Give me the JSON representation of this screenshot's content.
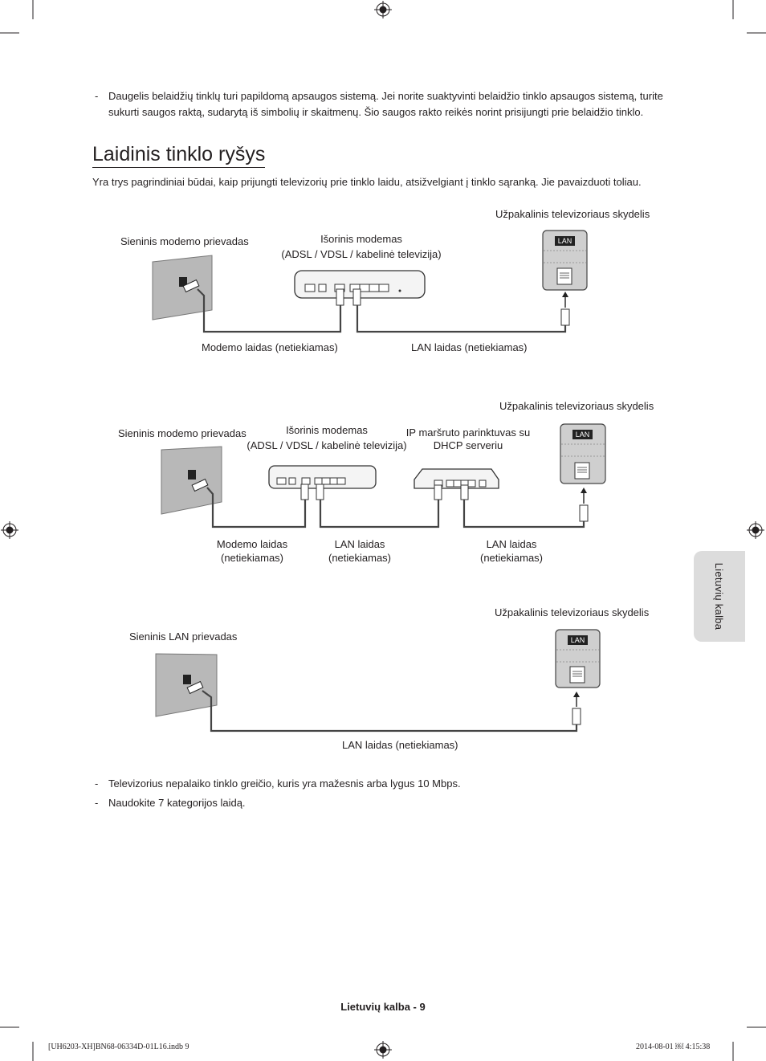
{
  "intro_bullet": "Daugelis belaidžių tinklų turi papildomą apsaugos sistemą. Jei norite suaktyvinti belaidžio tinklo apsaugos sistemą, turite sukurti saugos raktą, sudarytą iš simbolių ir skaitmenų. Šio saugos rakto reikės norint prisijungti prie belaidžio tinklo.",
  "section_title": "Laidinis tinklo ryšys",
  "section_intro": "Yra trys pagrindiniai būdai, kaip prijungti televizorių prie tinklo laidu, atsižvelgiant į tinklo sąranką. Jie pavaizduoti toliau.",
  "diagram1": {
    "tv_panel": "Užpakalinis televizoriaus skydelis",
    "wall_port": "Sieninis modemo prievadas",
    "modem_line1": "Išorinis modemas",
    "modem_line2": "(ADSL / VDSL / kabelinė televizija)",
    "modem_cable": "Modemo laidas (netiekiamas)",
    "lan_cable": "LAN laidas (netiekiamas)",
    "lan_badge": "LAN"
  },
  "diagram2": {
    "tv_panel": "Užpakalinis televizoriaus skydelis",
    "wall_port": "Sieninis modemo prievadas",
    "modem_line1": "Išorinis modemas",
    "modem_line2": "(ADSL / VDSL / kabelinė televizija)",
    "router_line1": "IP maršruto parinktuvas su",
    "router_line2": "DHCP serveriu",
    "modem_cable_line1": "Modemo laidas",
    "modem_cable_line2": "(netiekiamas)",
    "lan1_line1": "LAN laidas",
    "lan1_line2": "(netiekiamas)",
    "lan2_line1": "LAN laidas",
    "lan2_line2": "(netiekiamas)",
    "lan_badge": "LAN"
  },
  "diagram3": {
    "tv_panel": "Užpakalinis televizoriaus skydelis",
    "wall_port": "Sieninis LAN prievadas",
    "lan_cable": "LAN laidas (netiekiamas)",
    "lan_badge": "LAN"
  },
  "notes": [
    "Televizorius nepalaiko tinklo greičio, kuris yra mažesnis arba lygus 10 Mbps.",
    "Naudokite 7 kategorijos laidą."
  ],
  "bullet_marker": "-",
  "side_tab": "Lietuvių kalba",
  "footer": "Lietuvių kalba - 9",
  "imprint_left": "[UH6203-XH]BN68-06334D-01L16.indb   9",
  "imprint_right": "2014-08-01   ￼ 4:15:38"
}
